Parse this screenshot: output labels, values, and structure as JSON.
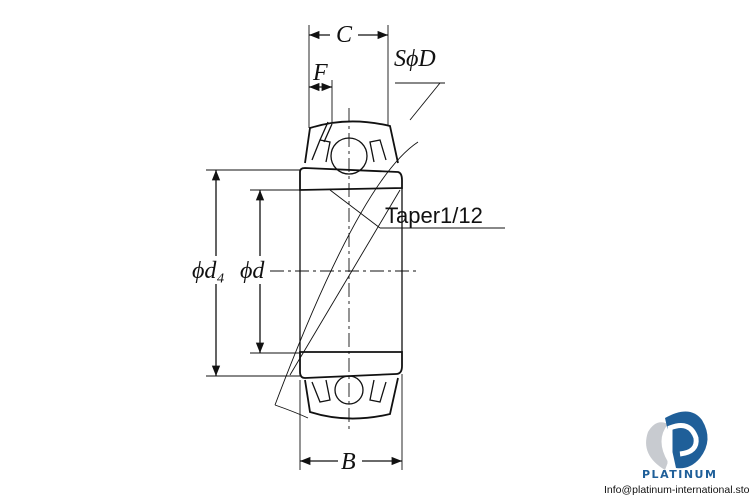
{
  "diagram": {
    "labels": {
      "C": "C",
      "F": "F",
      "SphiD": "SϕD",
      "taper": "Taper1/12",
      "phi_d4": "ϕd₄",
      "phi_d": "ϕd",
      "B": "B"
    }
  },
  "logo": {
    "brand": "PLATINUM",
    "email": "Info@platinum-international.store",
    "color": "#1f5f99"
  }
}
